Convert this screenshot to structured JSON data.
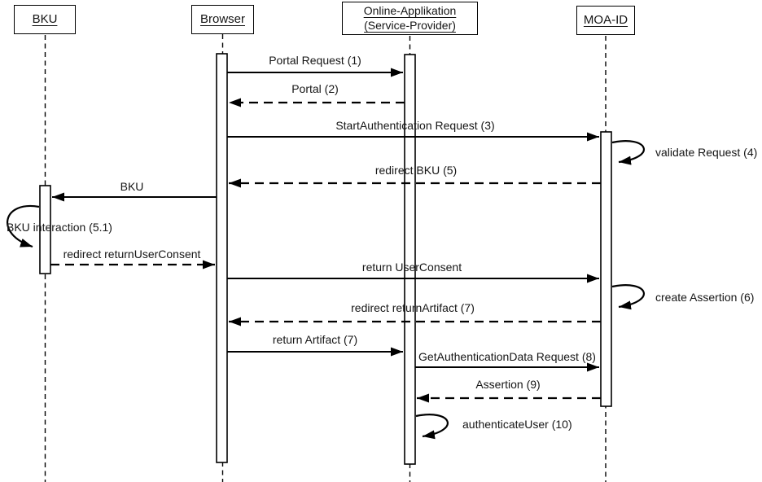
{
  "diagram_type": "uml-sequence-diagram",
  "colors": {
    "background": "#ffffff",
    "line": "#000000",
    "text": "#161616"
  },
  "actors": [
    {
      "id": "bku",
      "label": "BKU"
    },
    {
      "id": "browser",
      "label": "Browser"
    },
    {
      "id": "online-app",
      "label": "Online-Applikation (Service-Provider)"
    },
    {
      "id": "moa-id",
      "label": "MOA-ID"
    }
  ],
  "messages": [
    {
      "label": "Portal Request (1)",
      "from": "Browser",
      "to": "Online-Applikation (Service-Provider)",
      "line": "solid"
    },
    {
      "label": "Portal (2)",
      "from": "Online-Applikation (Service-Provider)",
      "to": "Browser",
      "line": "dashed"
    },
    {
      "label": "StartAuthentication Request (3)",
      "from": "Browser",
      "to": "MOA-ID",
      "line": "solid"
    },
    {
      "label": "validate Request (4)",
      "from": "MOA-ID",
      "to": "MOA-ID",
      "line": "self"
    },
    {
      "label": "redirect BKU (5)",
      "from": "MOA-ID",
      "to": "Browser",
      "line": "dashed"
    },
    {
      "label": "BKU",
      "from": "Browser",
      "to": "BKU",
      "line": "solid"
    },
    {
      "label": "BKU interaction (5.1)",
      "from": "BKU",
      "to": "BKU",
      "line": "self"
    },
    {
      "label": "redirect returnUserConsent",
      "from": "BKU",
      "to": "Browser",
      "line": "dashed"
    },
    {
      "label": "return UserConsent",
      "from": "Browser",
      "to": "MOA-ID",
      "line": "solid"
    },
    {
      "label": "create Assertion (6)",
      "from": "MOA-ID",
      "to": "MOA-ID",
      "line": "self"
    },
    {
      "label": "redirect returnArtifact (7)",
      "from": "MOA-ID",
      "to": "Browser",
      "line": "dashed"
    },
    {
      "label": "return Artifact (7)",
      "from": "Browser",
      "to": "Online-Applikation (Service-Provider)",
      "line": "solid"
    },
    {
      "label": "GetAuthenticationData Request (8)",
      "from": "Online-Applikation (Service-Provider)",
      "to": "MOA-ID",
      "line": "solid"
    },
    {
      "label": "Assertion (9)",
      "from": "MOA-ID",
      "to": "Online-Applikation (Service-Provider)",
      "line": "dashed"
    },
    {
      "label": "authenticateUser (10)",
      "from": "Online-Applikation (Service-Provider)",
      "to": "Online-Applikation (Service-Provider)",
      "line": "self"
    }
  ]
}
